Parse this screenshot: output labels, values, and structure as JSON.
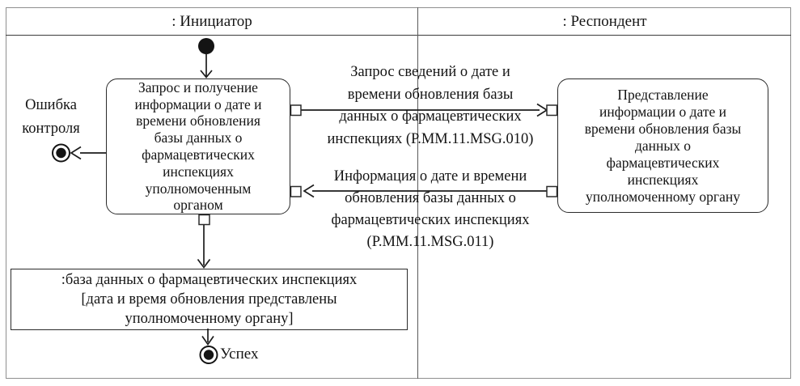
{
  "lanes": {
    "initiator": ": Инициатор",
    "respondent": ": Респондент"
  },
  "activities": {
    "initiator": "Запрос и получение\nинформации о дате и\nвремени обновления\nбазы данных о\nфармацевтических\nинспекциях\nуполномоченным\nорганом",
    "respondent": "Представление\nинформации о дате и\nвремени обновления базы\nданных о\nфармацевтических\nинспекциях\nуполномоченному органу"
  },
  "messages": {
    "request": "Запрос сведений о дате и\nвремени обновления базы\nданных о фармацевтических\nинспекциях (P.MM.11.MSG.010)",
    "response": "Информация о дате и времени\nобновления базы данных о\nфармацевтических инспекциях\n(P.MM.11.MSG.011)"
  },
  "object_node": ":база данных о фармацевтических инспекциях\n[дата и время обновления представлены\nуполномоченному органу]",
  "finals": {
    "error": "Ошибка\nконтроля",
    "success": "Успех"
  },
  "icons": {
    "initial": "filled-circle",
    "final": "bullseye-circle",
    "pin": "small-square"
  },
  "colors": {
    "line": "#1c1c1c",
    "border": "#2b2b2b",
    "background": "#ffffff"
  }
}
